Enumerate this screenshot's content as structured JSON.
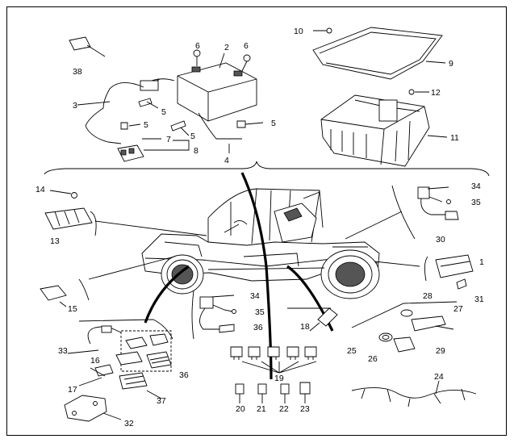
{
  "diagram": {
    "callouts": {
      "c1": "1",
      "c2": "2",
      "c3": "3",
      "c4": "4",
      "c5a": "5",
      "c5b": "5",
      "c5c": "5",
      "c5d": "5",
      "c6a": "6",
      "c6b": "6",
      "c7": "7",
      "c8": "8",
      "c9": "9",
      "c10": "10",
      "c11": "11",
      "c12": "12",
      "c13": "13",
      "c14": "14",
      "c15": "15",
      "c16": "16",
      "c17": "17",
      "c18": "18",
      "c19": "19",
      "c20": "20",
      "c21": "21",
      "c22": "22",
      "c23": "23",
      "c24": "24",
      "c25": "25",
      "c26": "26",
      "c27": "27",
      "c28": "28",
      "c29": "29",
      "c30": "30",
      "c31": "31",
      "c32": "32",
      "c33": "33",
      "c34a": "34",
      "c34b": "34",
      "c35a": "35",
      "c35b": "35",
      "c36a": "36",
      "c36b": "36",
      "c37": "37",
      "c38": "38"
    }
  }
}
